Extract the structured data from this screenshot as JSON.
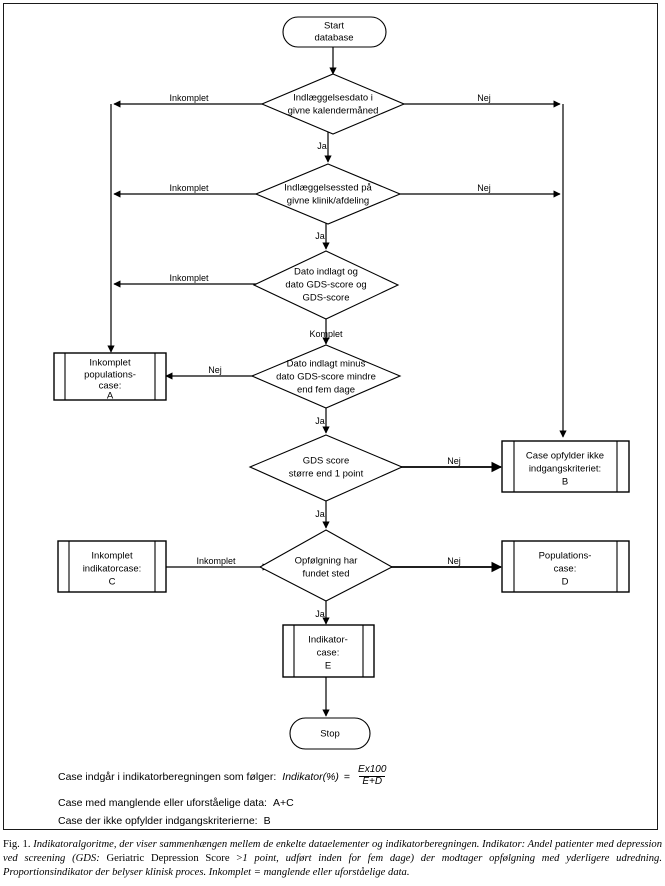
{
  "figure": {
    "caption_label": "Fig. 1.",
    "caption_part1": "Indikatoralgoritme, der viser sammenhængen mellem de enkelte dataelementer og indikatorberegningen. Indikator: Andel patienter med depression ved screening (GDS:",
    "caption_roman": "Geriatric Depression Score >",
    "caption_part2": "1 point, udført inden for fem dage) der modtager opfølgning med yderligere udredning. Proportionsindikator der belyser klinisk proces. Inkomplet = manglende eller uforståelige data."
  },
  "nodes": {
    "start": {
      "line1": "Start",
      "line2": "database",
      "shape": "terminator"
    },
    "d1": {
      "line1": "Indlæggelsesdato  i",
      "line2": "givne kalendermåned",
      "shape": "decision"
    },
    "d2": {
      "line1": "Indlæggelsessted på",
      "line2": "givne klinik/afdeling",
      "shape": "decision"
    },
    "d3": {
      "line1": "Dato indlagt og",
      "line2": "dato GDS-score og",
      "line3": "GDS-score",
      "shape": "decision"
    },
    "d4": {
      "line1": "Dato indlagt minus",
      "line2": "dato GDS-score mindre",
      "line3": "end fem dage",
      "shape": "decision"
    },
    "d5": {
      "line1": "GDS score",
      "line2": "større end 1 point",
      "shape": "decision"
    },
    "d6": {
      "line1": "Opfølgning har",
      "line2": "fundet sted",
      "shape": "decision"
    },
    "boxA": {
      "line1": "Inkomplet",
      "line2": "populations-",
      "line3": "case:",
      "line4": "A",
      "shape": "predefined-process"
    },
    "boxB": {
      "line1": "Case opfylder ikke",
      "line2": "indgangskriteriet:",
      "line3": "B",
      "shape": "predefined-process"
    },
    "boxC": {
      "line1": "Inkomplet",
      "line2": "indikatorcase:",
      "line3": "C",
      "shape": "predefined-process"
    },
    "boxD": {
      "line1": "Populations-",
      "line2": "case:",
      "line3": "D",
      "shape": "predefined-process"
    },
    "boxE": {
      "line1": "Indikator-",
      "line2": "case:",
      "line3": "E",
      "shape": "predefined-process"
    },
    "stop": {
      "line1": "Stop",
      "shape": "terminator"
    }
  },
  "edge_labels": {
    "inkomplet_1": "Inkomplet",
    "inkomplet_2": "Inkomplet",
    "inkomplet_3": "Inkomplet",
    "inkomplet_4": "Inkomplet",
    "nej_1": "Nej",
    "nej_2": "Nej",
    "nej_3": "Nej",
    "nej_4": "Nej",
    "nej_5": "Nej",
    "ja_1": "Ja",
    "ja_2": "Ja",
    "ja_3": "Ja",
    "ja_4": "Ja",
    "ja_5": "Ja",
    "komplet_1": "Komplet"
  },
  "formula": {
    "line1_text": "Case indgår i indikatorberegningen som følger:",
    "line1_term": "Indikator(%)",
    "line1_eq": "=",
    "numerator": "Ex100",
    "denominator": "E+D",
    "line2_text": "Case med manglende eller uforståelige data:",
    "line2_value": "A+C",
    "line3_text": "Case der ikke opfylder indgangskriterierne:",
    "line3_value": "B"
  },
  "colors": {
    "stroke": "#000000",
    "fill": "#ffffff",
    "frame": "#1a1a1a"
  }
}
